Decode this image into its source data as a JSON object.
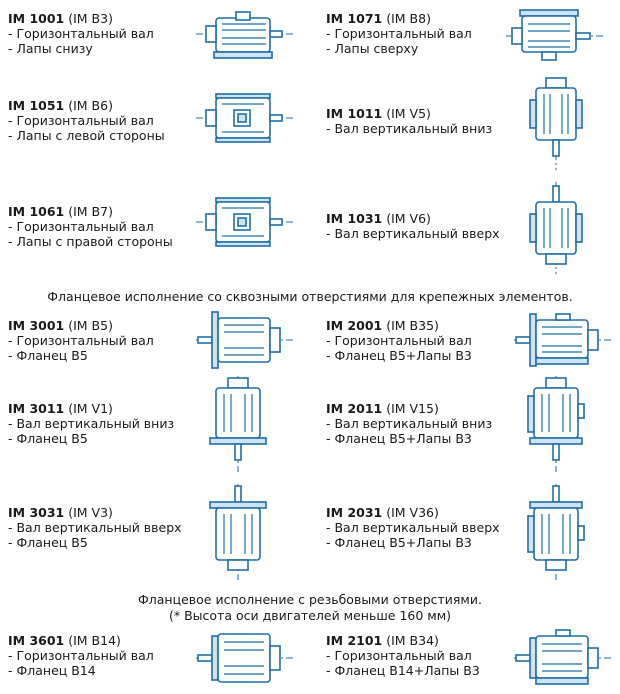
{
  "entries": [
    {
      "code": "IM 1001",
      "std": "(IM B3)",
      "lines": [
        "- Горизонтальный вал",
        "- Лапы снизу"
      ]
    },
    {
      "code": "IM 1071",
      "std": "(IM B8)",
      "lines": [
        "- Горизонтальный вал",
        "- Лапы сверху"
      ]
    },
    {
      "code": "IM 1051",
      "std": "(IM B6)",
      "lines": [
        "- Горизонтальный вал",
        "- Лапы с левой стороны"
      ]
    },
    {
      "code": "IM 1011",
      "std": "(IM V5)",
      "lines": [
        "- Вал вертикальный вниз"
      ]
    },
    {
      "code": "IM 1061",
      "std": "(IM B7)",
      "lines": [
        "- Горизонтальный вал",
        "- Лапы с правой стороны"
      ]
    },
    {
      "code": "IM 1031",
      "std": "(IM V6)",
      "lines": [
        "- Вал вертикальный вверх"
      ]
    },
    {
      "code": "IM 3001",
      "std": "(IM B5)",
      "lines": [
        "- Горизонтальный вал",
        "- Фланец В5"
      ]
    },
    {
      "code": "IM 2001",
      "std": "(IM B35)",
      "lines": [
        "- Горизонтальный вал",
        "- Фланец В5+Лапы В3"
      ]
    },
    {
      "code": "IM 3011",
      "std": "(IM V1)",
      "lines": [
        "- Вал вертикальный вниз",
        "- Фланец В5"
      ]
    },
    {
      "code": "IM 2011",
      "std": "(IM V15)",
      "lines": [
        "- Вал вертикальный вниз",
        "- Фланец В5+Лапы В3"
      ]
    },
    {
      "code": "IM 3031",
      "std": "(IM V3)",
      "lines": [
        "- Вал вертикальный вверх",
        "- Фланец В5"
      ]
    },
    {
      "code": "IM 2031",
      "std": "(IM V36)",
      "lines": [
        "- Вал вертикальный вверх",
        "- Фланец В5+Лапы В3"
      ]
    },
    {
      "code": "IM 3601",
      "std": "(IM B14)",
      "lines": [
        "- Горизонтальный вал",
        "- Фланец В14"
      ]
    },
    {
      "code": "IM 2101",
      "std": "(IM B34)",
      "lines": [
        "- Горизонтальный вал",
        "- Фланец В14+Лапы В3"
      ]
    }
  ],
  "notes": {
    "flange_through": "Фланцевое исполнение со сквозными отверстиями для крепежных элементов.",
    "flange_threaded_1": "Фланцевое исполнение с резьбовыми отверстиями.",
    "flange_threaded_2": "(* Высота оси двигателей меньше 160 мм)"
  },
  "colors": {
    "line": "#1f6fa8",
    "fill": "#cfe3f2",
    "text": "#1a1a1a"
  },
  "icons": [
    "motor-foot-bottom-icon",
    "motor-foot-top-icon",
    "motor-foot-left-icon",
    "motor-shaft-down-icon",
    "motor-foot-right-icon",
    "motor-shaft-up-icon",
    "motor-flange-b5-icon",
    "motor-flange-foot-icon",
    "motor-flange-down-icon",
    "motor-flange-foot-down-icon",
    "motor-flange-up-icon",
    "motor-flange-foot-up-icon",
    "motor-flange-b14-icon",
    "motor-flange-b14-foot-icon"
  ]
}
